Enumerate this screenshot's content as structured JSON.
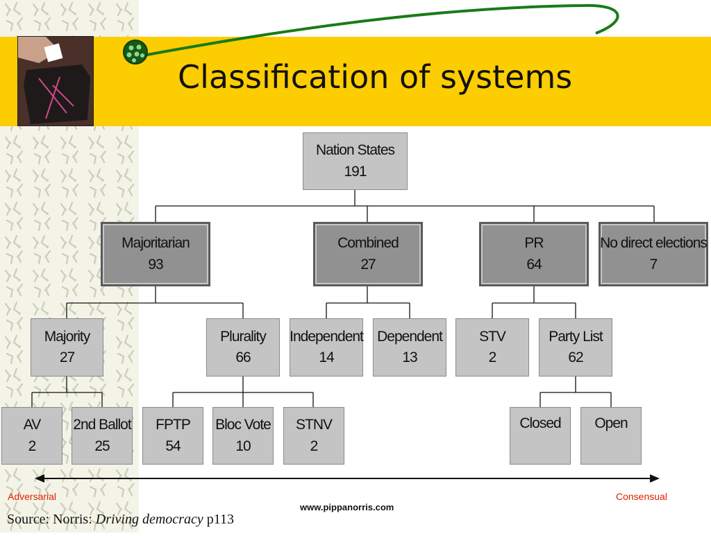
{
  "slide": {
    "title": "Classification of systems",
    "website": "www.pippanorris.com",
    "source_prefix": "Source: Norris: ",
    "source_book": "Driving democracy",
    "source_suffix": " p113"
  },
  "scale": {
    "left": "Adversarial",
    "right": "Consensual"
  },
  "colors": {
    "header": "#fccd00",
    "green_curve": "#1a7a1a",
    "box_light": "#c4c4c4",
    "box_dark": "#919191",
    "scale_label": "#e02000"
  },
  "diagram": {
    "root": {
      "label": "Nation States",
      "value": "191"
    },
    "families": [
      {
        "label": "Majoritarian",
        "value": "93"
      },
      {
        "label": "Combined",
        "value": "27"
      },
      {
        "label": "PR",
        "value": "64"
      },
      {
        "label": "No direct elections",
        "value": "7"
      }
    ],
    "types": [
      {
        "label": "Majority",
        "value": "27"
      },
      {
        "label": "Plurality",
        "value": "66"
      },
      {
        "label": "Independent",
        "value": "14"
      },
      {
        "label": "Dependent",
        "value": "13"
      },
      {
        "label": "STV",
        "value": "2"
      },
      {
        "label": "Party List",
        "value": "62"
      }
    ],
    "subtypes": [
      {
        "label": "AV",
        "value": "2"
      },
      {
        "label": "2nd Ballot",
        "value": "25"
      },
      {
        "label": "FPTP",
        "value": "54"
      },
      {
        "label": "Bloc Vote",
        "value": "10"
      },
      {
        "label": "STNV",
        "value": "2"
      },
      {
        "label": "Closed",
        "value": ""
      },
      {
        "label": "Open",
        "value": ""
      }
    ]
  }
}
